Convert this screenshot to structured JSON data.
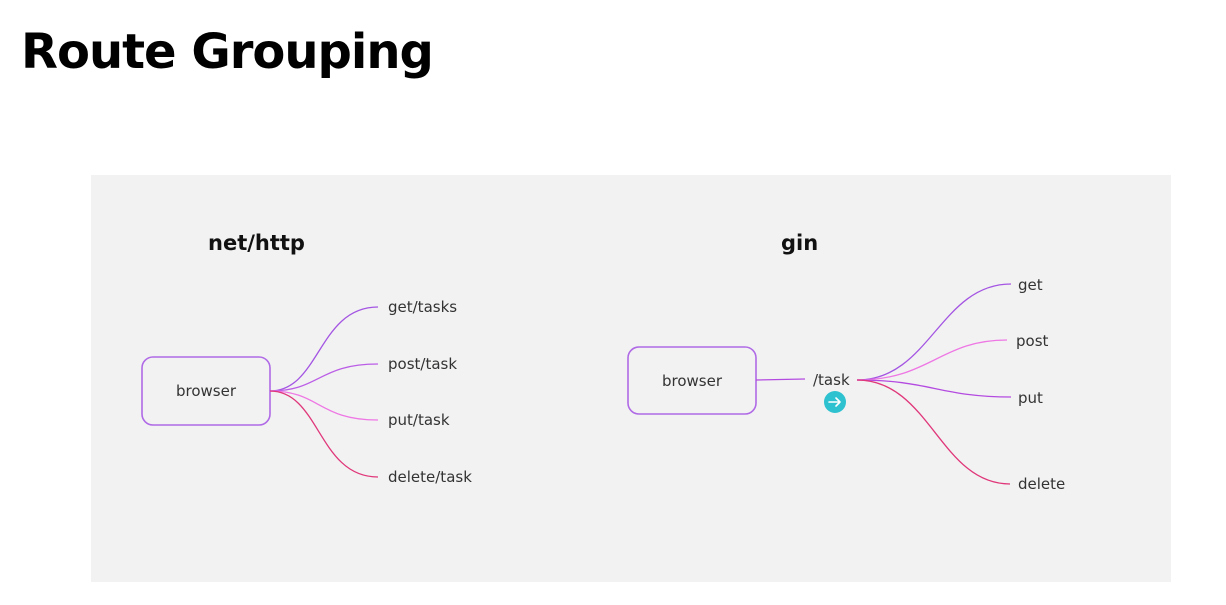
{
  "page": {
    "title": "Route Grouping"
  },
  "diagrams": {
    "nethttp": {
      "heading": "net/http",
      "root": "browser",
      "routes": [
        "get/tasks",
        "post/task",
        "put/task",
        "delete/task"
      ]
    },
    "gin": {
      "heading": "gin",
      "root": "browser",
      "group": "/task",
      "routes": [
        "get",
        "post",
        "put",
        "delete"
      ]
    }
  },
  "colors": {
    "panel_background": "#f2f2f3",
    "node_border": "#b06ae6",
    "branch_get": "#a455e2",
    "branch_post": "#ee77e4",
    "branch_put": "#b44be0",
    "branch_delete": "#e0387a",
    "cursor_badge": "#2ec1cf"
  },
  "icons": {
    "cursor": "arrow-right-circle-icon"
  }
}
